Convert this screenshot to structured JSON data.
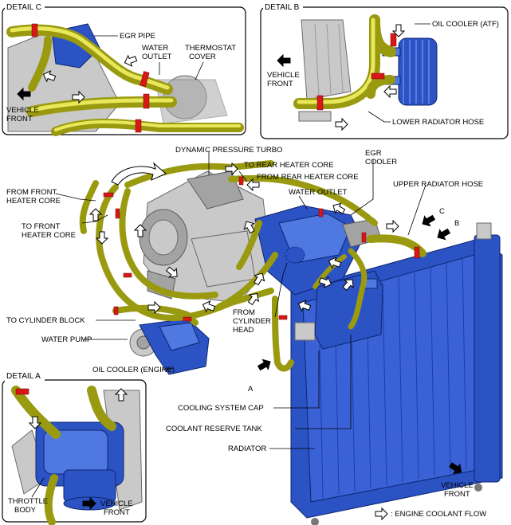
{
  "details": {
    "c": {
      "title": "DETAIL C",
      "egr_pipe": "EGR PIPE",
      "water_outlet": [
        "WATER",
        "OUTLET"
      ],
      "thermostat_cover": [
        "THERMOSTAT",
        "COVER"
      ],
      "vehicle_front": [
        "VEHICLE",
        "FRONT"
      ]
    },
    "b": {
      "title": "DETAIL B",
      "oil_cooler_atf": "OIL COOLER (ATF)",
      "vehicle_front": [
        "VEHICLE",
        "FRONT"
      ],
      "lower_radiator_hose": "LOWER RADIATOR HOSE"
    },
    "a": {
      "title": "DETAIL A",
      "throttle_body": [
        "THROTTLE",
        "BODY"
      ],
      "vehicle_front": [
        "VEHICLE",
        "FRONT"
      ]
    }
  },
  "main": {
    "dynamic_pressure_turbo": "DYNAMIC PRESSURE TURBO",
    "egr_cooler": [
      "EGR",
      "COOLER"
    ],
    "to_rear_heater_core": "TO REAR HEATER CORE",
    "from_rear_heater_core": "FROM REAR HEATER CORE",
    "from_front_heater_core": [
      "FROM FRONT",
      "HEATER CORE"
    ],
    "water_outlet": "WATER OUTLET",
    "upper_radiator_hose": "UPPER RADIATOR HOSE",
    "callout_c": "C",
    "callout_b": "B",
    "callout_a": "A",
    "to_front_heater_core": [
      "TO FRONT",
      "HEATER CORE"
    ],
    "to_cylinder_block": "TO  CYLINDER BLOCK",
    "from_cylinder_head": [
      "FROM",
      "CYLINDER",
      "HEAD"
    ],
    "water_pump": "WATER PUMP",
    "oil_cooler_engine": "OIL COOLER (ENGINE)",
    "cooling_system_cap": "COOLING SYSTEM CAP",
    "coolant_reserve_tank": "COOLANT RESERVE TANK",
    "radiator": "RADIATOR",
    "vehicle_front": [
      "VEHICLE",
      "FRONT"
    ]
  },
  "legend": {
    "engine_coolant_flow": ": ENGINE COOLANT FLOW"
  },
  "colors": {
    "hose": "#c8c830",
    "clamp": "#d81818",
    "radiator": "#2b53c4",
    "engine": "#c9c9c9"
  }
}
